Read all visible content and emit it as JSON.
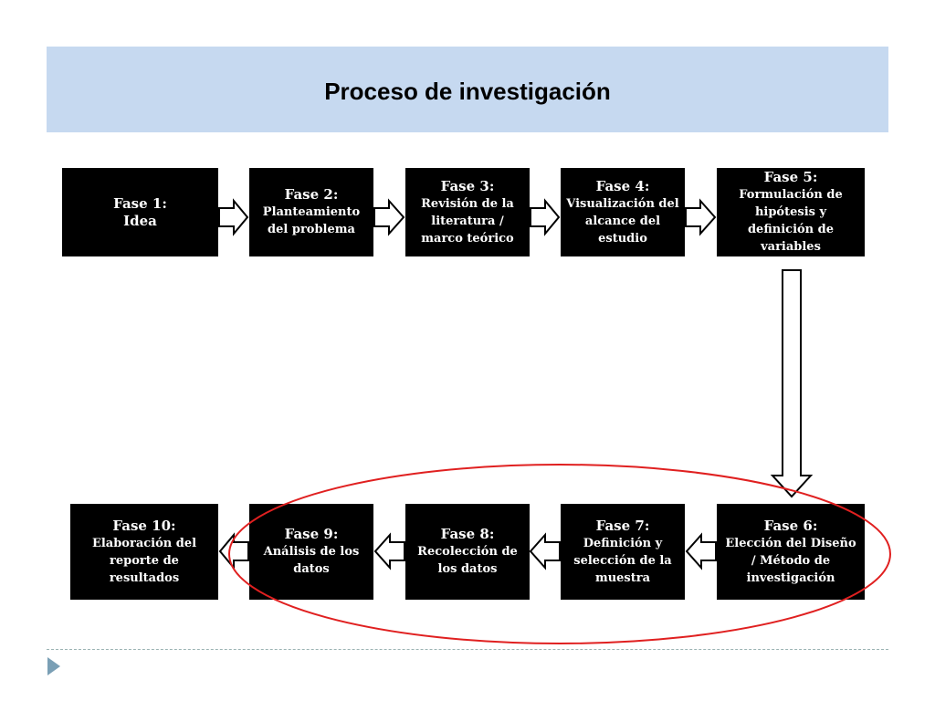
{
  "title": "Proceso de investigación",
  "phases": [
    {
      "name": "Fase 1:",
      "desc": "Idea"
    },
    {
      "name": "Fase 2:",
      "desc": "Planteamiento del problema"
    },
    {
      "name": "Fase 3:",
      "desc": "Revisión de la literatura / marco teórico"
    },
    {
      "name": "Fase 4:",
      "desc": "Visualización del alcance del estudio"
    },
    {
      "name": "Fase 5:",
      "desc": "Formulación de hipótesis y definición de variables"
    },
    {
      "name": "Fase 6:",
      "desc": "Elección del Diseño / Método de investigación"
    },
    {
      "name": "Fase 7:",
      "desc": "Definición y selección de la muestra"
    },
    {
      "name": "Fase 8:",
      "desc": "Recolección de los datos"
    },
    {
      "name": "Fase 9:",
      "desc": "Análisis de los datos"
    },
    {
      "name": "Fase 10:",
      "desc": "Elaboración del reporte de resultados"
    }
  ],
  "colors": {
    "banner": "#c6d9f0",
    "box": "#000000",
    "box_text": "#ffffff",
    "highlight_ellipse": "#e02020",
    "bullet": "#7a9fb5"
  },
  "icons": {
    "flow_arrow": "block-arrow",
    "bullet": "triangle-right-icon"
  }
}
